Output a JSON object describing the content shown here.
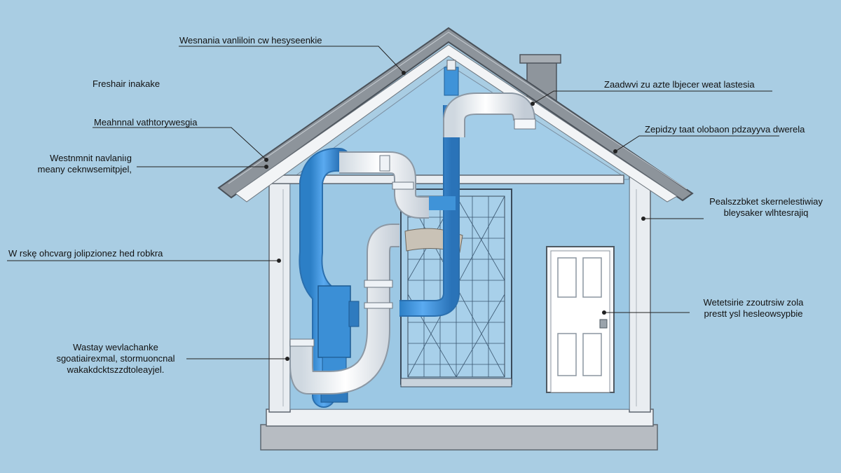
{
  "labels": {
    "top_center": "Wesnania vanliloin cw hesyseenkie",
    "fresh_air": "Freshair inakake",
    "mech_vent": "Meahnnal vathtorywesgia",
    "west_left_1": "Westnmnit navlaniıg",
    "west_left_2": "meany ceknwsemitpjel,",
    "left_mid": "W rskę ohcvarg jolipzionez hed robkra",
    "bottom_left_1": "Wastay wevlachanke",
    "bottom_left_2": "sgoatiairexmal, stormuoncnal",
    "bottom_left_3": "wakakdcktszzdtoleayjel.",
    "right_top": "Zaadwvi zu azte lbjecer weat lastesia",
    "right_2": "Zepidzy taat olobaon pdzayyva dwerela",
    "right_3_1": "Pealszzbket skernelestiwiay",
    "right_3_2": "bleysaker wlhtesrajiq",
    "right_4_1": "Wetetsirie zzoutrsiw zola",
    "right_4_2": "prestt ysl hesleowsypbie"
  },
  "colors": {
    "background": "#a9cde3",
    "duct_blue": "#3f93d8",
    "pipe_white": "#f4f7fa",
    "roof": "#8d949b",
    "walls": "#e9edf1",
    "interior": "#9cc8e4"
  },
  "icons": [
    "chimney",
    "roof",
    "door",
    "duct",
    "pipe",
    "heat-exchanger-core",
    "ventilation-unit"
  ]
}
